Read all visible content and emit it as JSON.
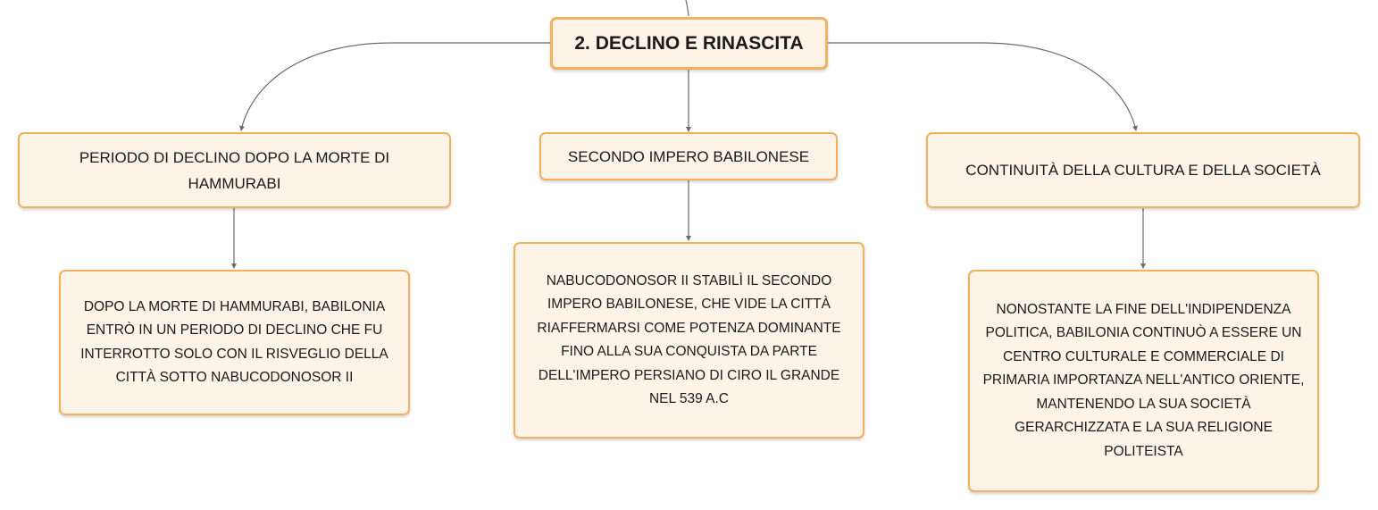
{
  "root": {
    "label": "2. DECLINO E RINASCITA"
  },
  "branches": [
    {
      "label": "PERIODO DI DECLINO DOPO LA MORTE DI HAMMURABI",
      "detail": "DOPO LA MORTE DI HAMMURABI, BABILONIA ENTRÒ IN UN PERIODO DI DECLINO CHE FU INTERROTTO SOLO CON IL RISVEGLIO DELLA CITTÀ SOTTO NABUCODONOSOR II"
    },
    {
      "label": "SECONDO IMPERO BABILONESE",
      "detail": "NABUCODONOSOR II STABILÌ IL SECONDO IMPERO BABILONESE, CHE VIDE LA CITTÀ RIAFFERMARSI COME POTENZA DOMINANTE FINO ALLA SUA CONQUISTA DA PARTE DELL'IMPERO PERSIANO DI CIRO IL GRANDE NEL 539 A.C"
    },
    {
      "label": "CONTINUITÀ DELLA CULTURA E DELLA SOCIETÀ",
      "detail": "NONOSTANTE LA FINE DELL'INDIPENDENZA POLITICA, BABILONIA CONTINUÒ A ESSERE UN CENTRO CULTURALE E COMMERCIALE DI PRIMARIA IMPORTANZA NELL'ANTICO ORIENTE, MANTENENDO LA SUA SOCIETÀ GERARCHIZZATA E LA SUA RELIGIONE POLITEISTA"
    }
  ],
  "colors": {
    "node_fill": "#fdf3e6",
    "node_border": "#f0b160",
    "connector": "#6b6b6b"
  }
}
